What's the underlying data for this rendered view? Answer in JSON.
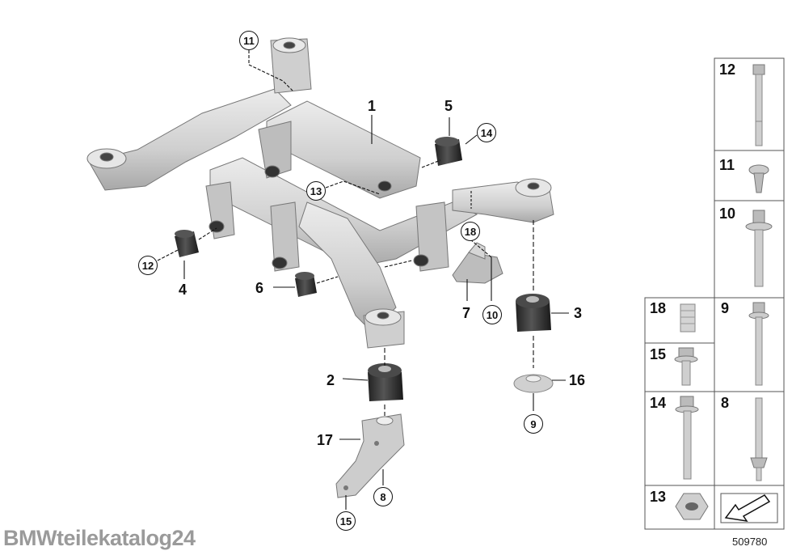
{
  "watermark": "BMWteilekatalog24",
  "diagram_number": "509780",
  "labels": {
    "l1": "1",
    "l2": "2",
    "l3": "3",
    "l4": "4",
    "l5": "5",
    "l6": "6",
    "l7": "7",
    "l16": "16",
    "l17": "17"
  },
  "circled": {
    "c11": "11",
    "c14": "14",
    "c13": "13",
    "c12": "12",
    "c18": "18",
    "c10": "10",
    "c9": "9",
    "c8": "8",
    "c15": "15"
  },
  "table": {
    "r12": "12",
    "r11": "11",
    "r10": "10",
    "r18": "18",
    "r9": "9",
    "r15": "15",
    "r14": "14",
    "r8": "8",
    "r13": "13"
  },
  "colors": {
    "part": "#d4d4d4",
    "part_dark": "#9a9a9a",
    "bushing": "#3a3a3a",
    "line": "#111111"
  }
}
